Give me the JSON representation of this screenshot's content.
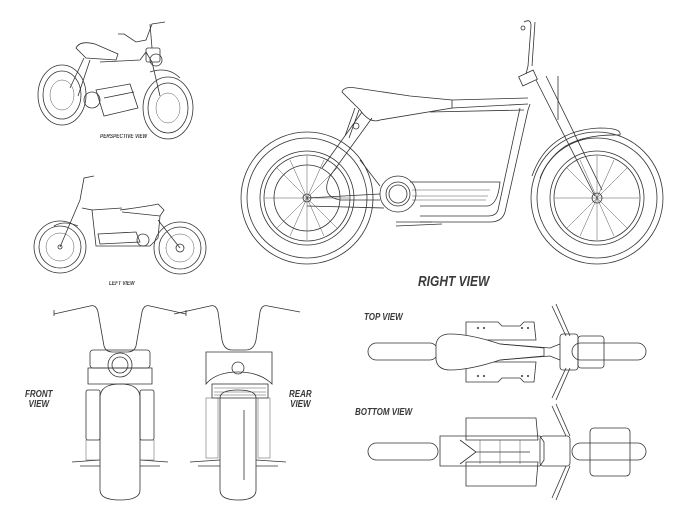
{
  "sheet": {
    "labels": {
      "perspective": "PERSPECTIVE VIEW",
      "left": "LEFT VIEW",
      "right": "RIGHT VIEW",
      "front_line1": "FRONT",
      "front_line2": "VIEW",
      "rear_line1": "REAR",
      "rear_line2": "VIEW",
      "top": "TOP VIEW",
      "bottom": "BOTTOM VIEW"
    },
    "colors": {
      "line": "#333333",
      "label": "#3a3a3a",
      "background": "#ffffff"
    }
  }
}
